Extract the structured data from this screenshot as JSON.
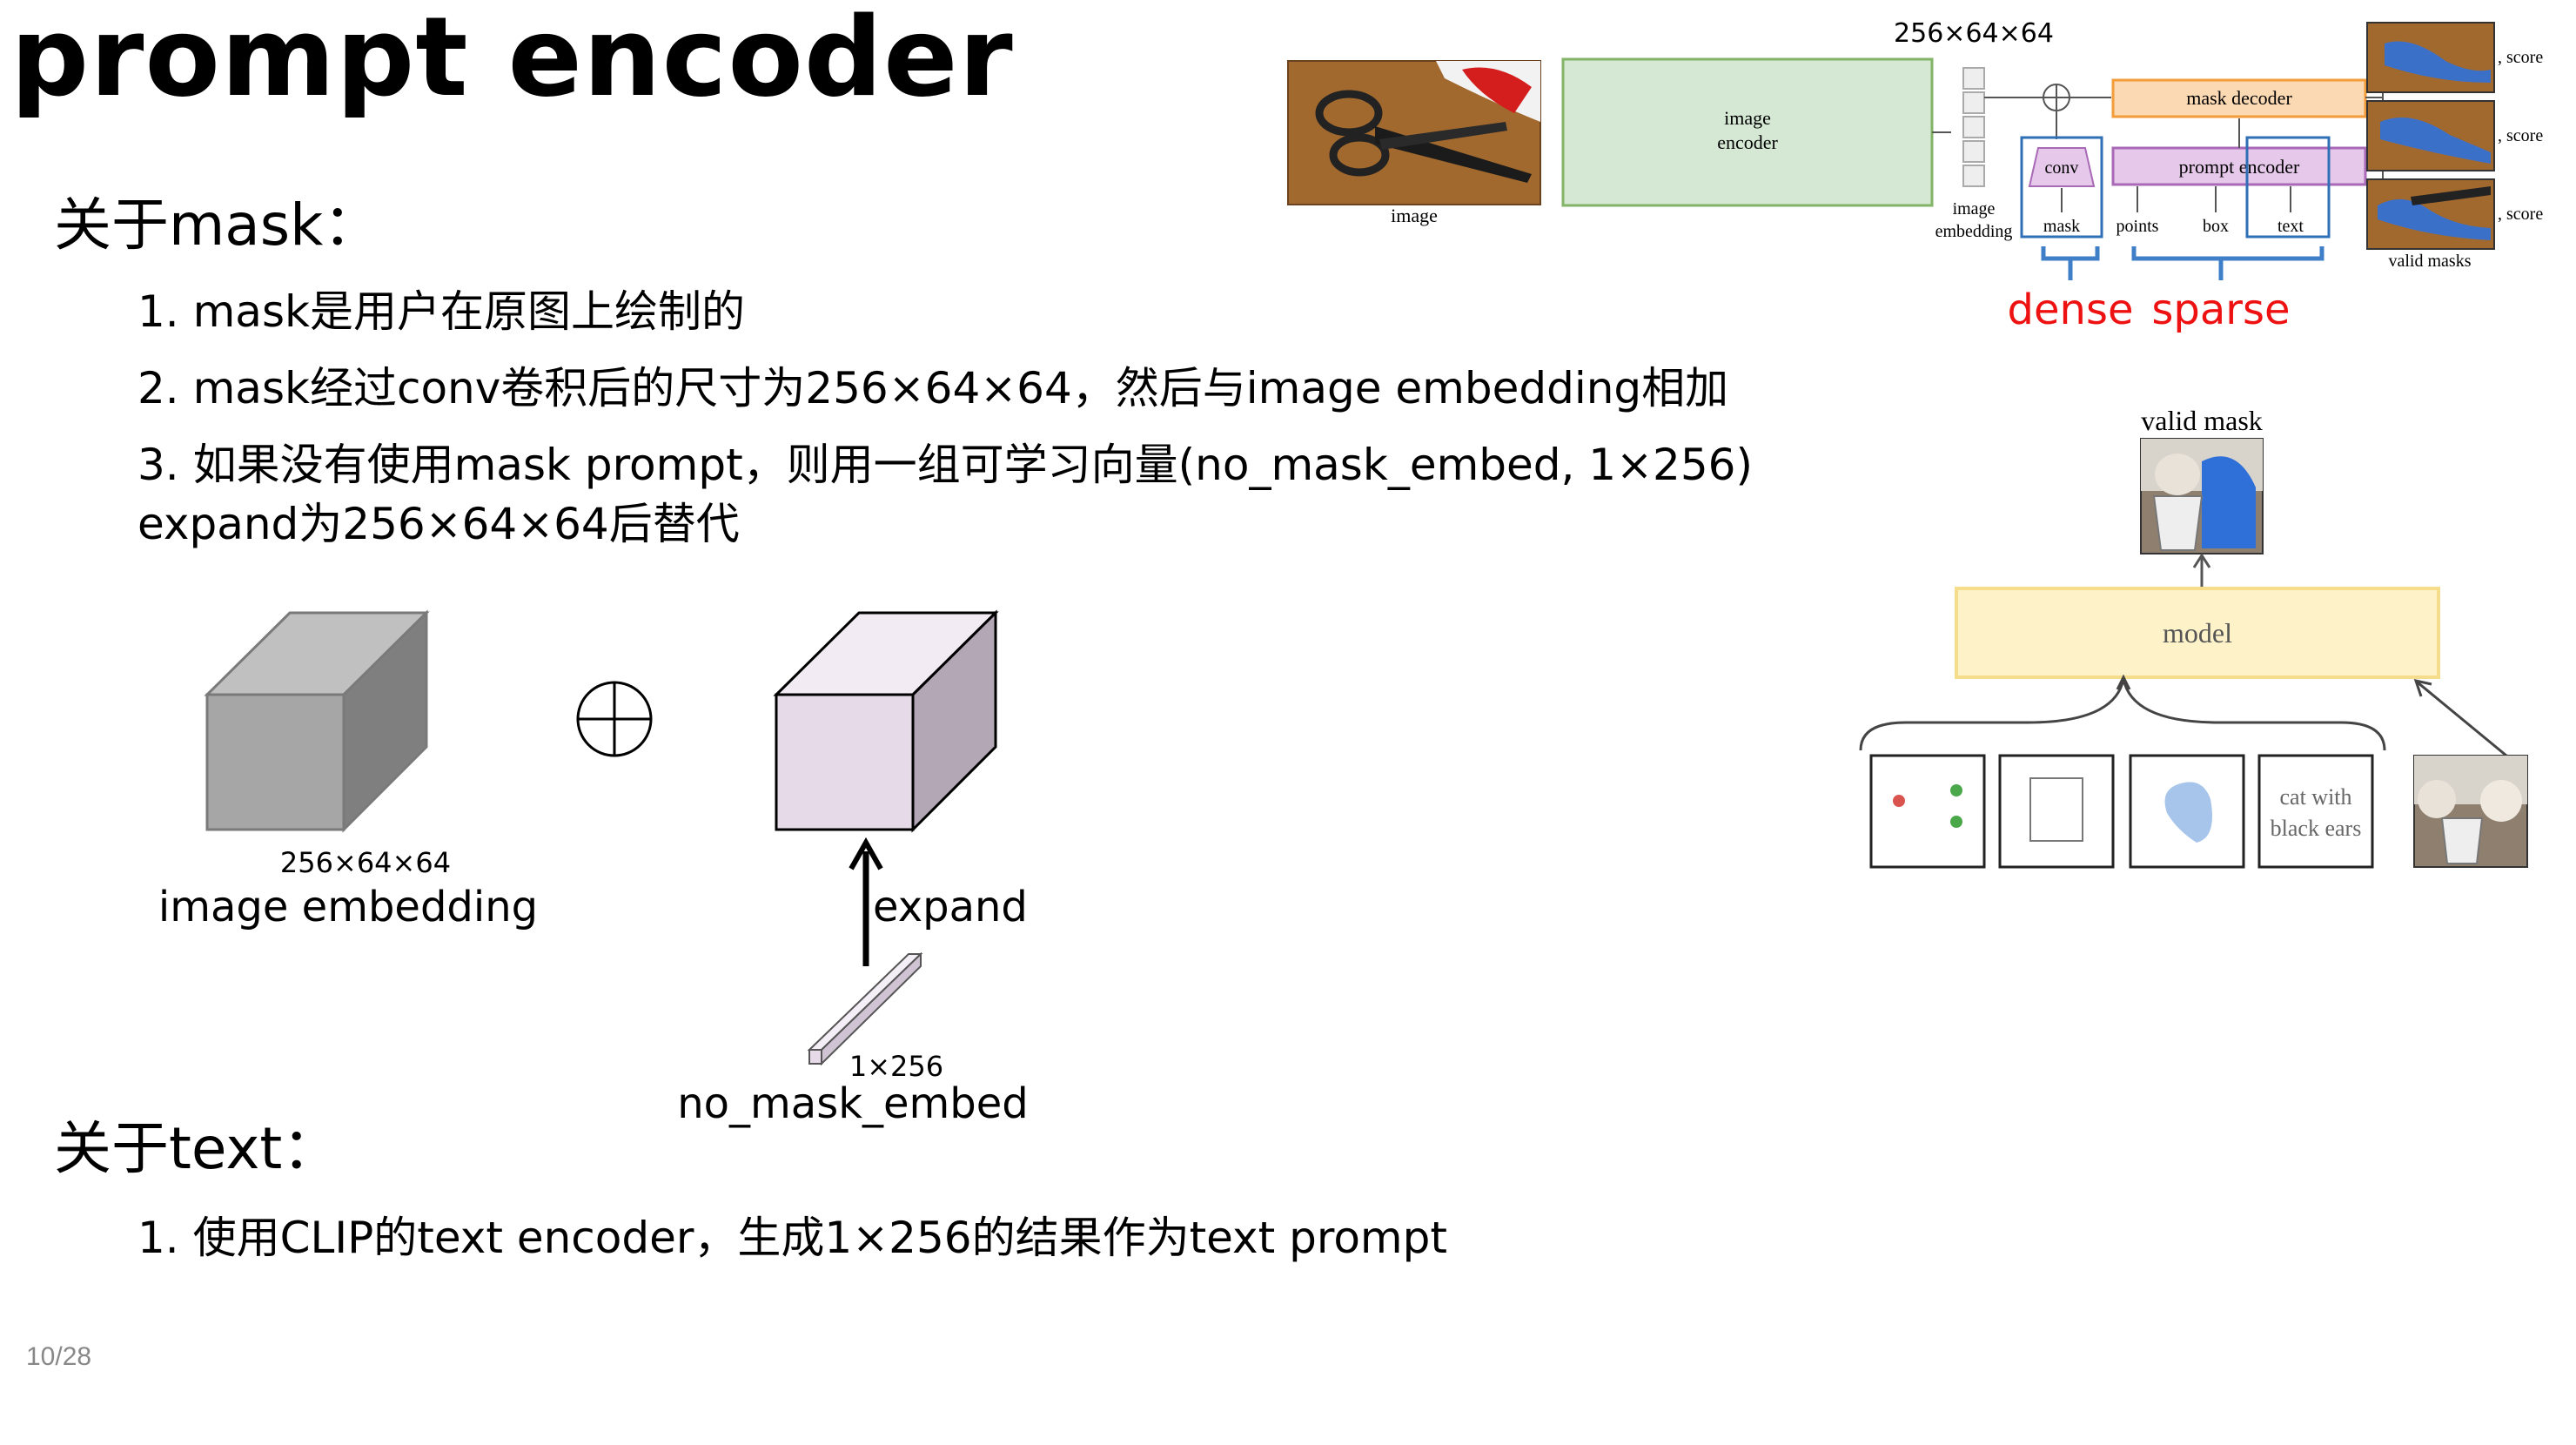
{
  "slide": {
    "title": "prompt encoder",
    "page_number": "10/28"
  },
  "mask_section": {
    "heading": "关于mask：",
    "items": [
      "1. mask是用户在原图上绘制的",
      "2. mask经过conv卷积后的尺寸为256×64×64，然后与image embedding相加",
      "3. 如果没有使用mask prompt，则用一组可学习向量(no_mask_embed, 1×256)",
      "expand为256×64×64后替代"
    ]
  },
  "text_section": {
    "heading": "关于text：",
    "items": [
      "1. 使用CLIP的text encoder，生成1×256的结果作为text prompt"
    ]
  },
  "cube_diagram": {
    "image_embedding_dims": "256×64×64",
    "image_embedding_label": "image embedding",
    "expand_label": "expand",
    "vector_dims": "1×256",
    "vector_label": "no_mask_embed",
    "colors": {
      "gray_cube": "#a6a6a6",
      "purple_cube": "#e6dae9"
    }
  },
  "architecture_diagram": {
    "embedding_dims": "256×64×64",
    "image_label": "image",
    "image_encoder_label": [
      "image",
      "encoder"
    ],
    "image_embedding_label": [
      "image",
      "embedding"
    ],
    "conv_label": "conv",
    "mask_decoder_label": "mask decoder",
    "prompt_encoder_label": "prompt encoder",
    "inputs": [
      "mask",
      "points",
      "box",
      "text"
    ],
    "score_label": ", score",
    "valid_masks_label": "valid masks",
    "dense_label": "dense",
    "sparse_label": "sparse",
    "colors": {
      "encoder": "#d5e8d4",
      "decoder": "#fbd9b3",
      "prompt": "#e6c8ea",
      "annotation_red": "#ee1111",
      "annotation_blue": "#3f7fc8"
    }
  },
  "model_diagram": {
    "output_label": "valid mask",
    "model_label": "model",
    "text_prompt_lines": [
      "cat with",
      "black ears"
    ],
    "colors": {
      "model_fill": "#fdf2c8",
      "model_border": "#f5dd8c"
    }
  }
}
